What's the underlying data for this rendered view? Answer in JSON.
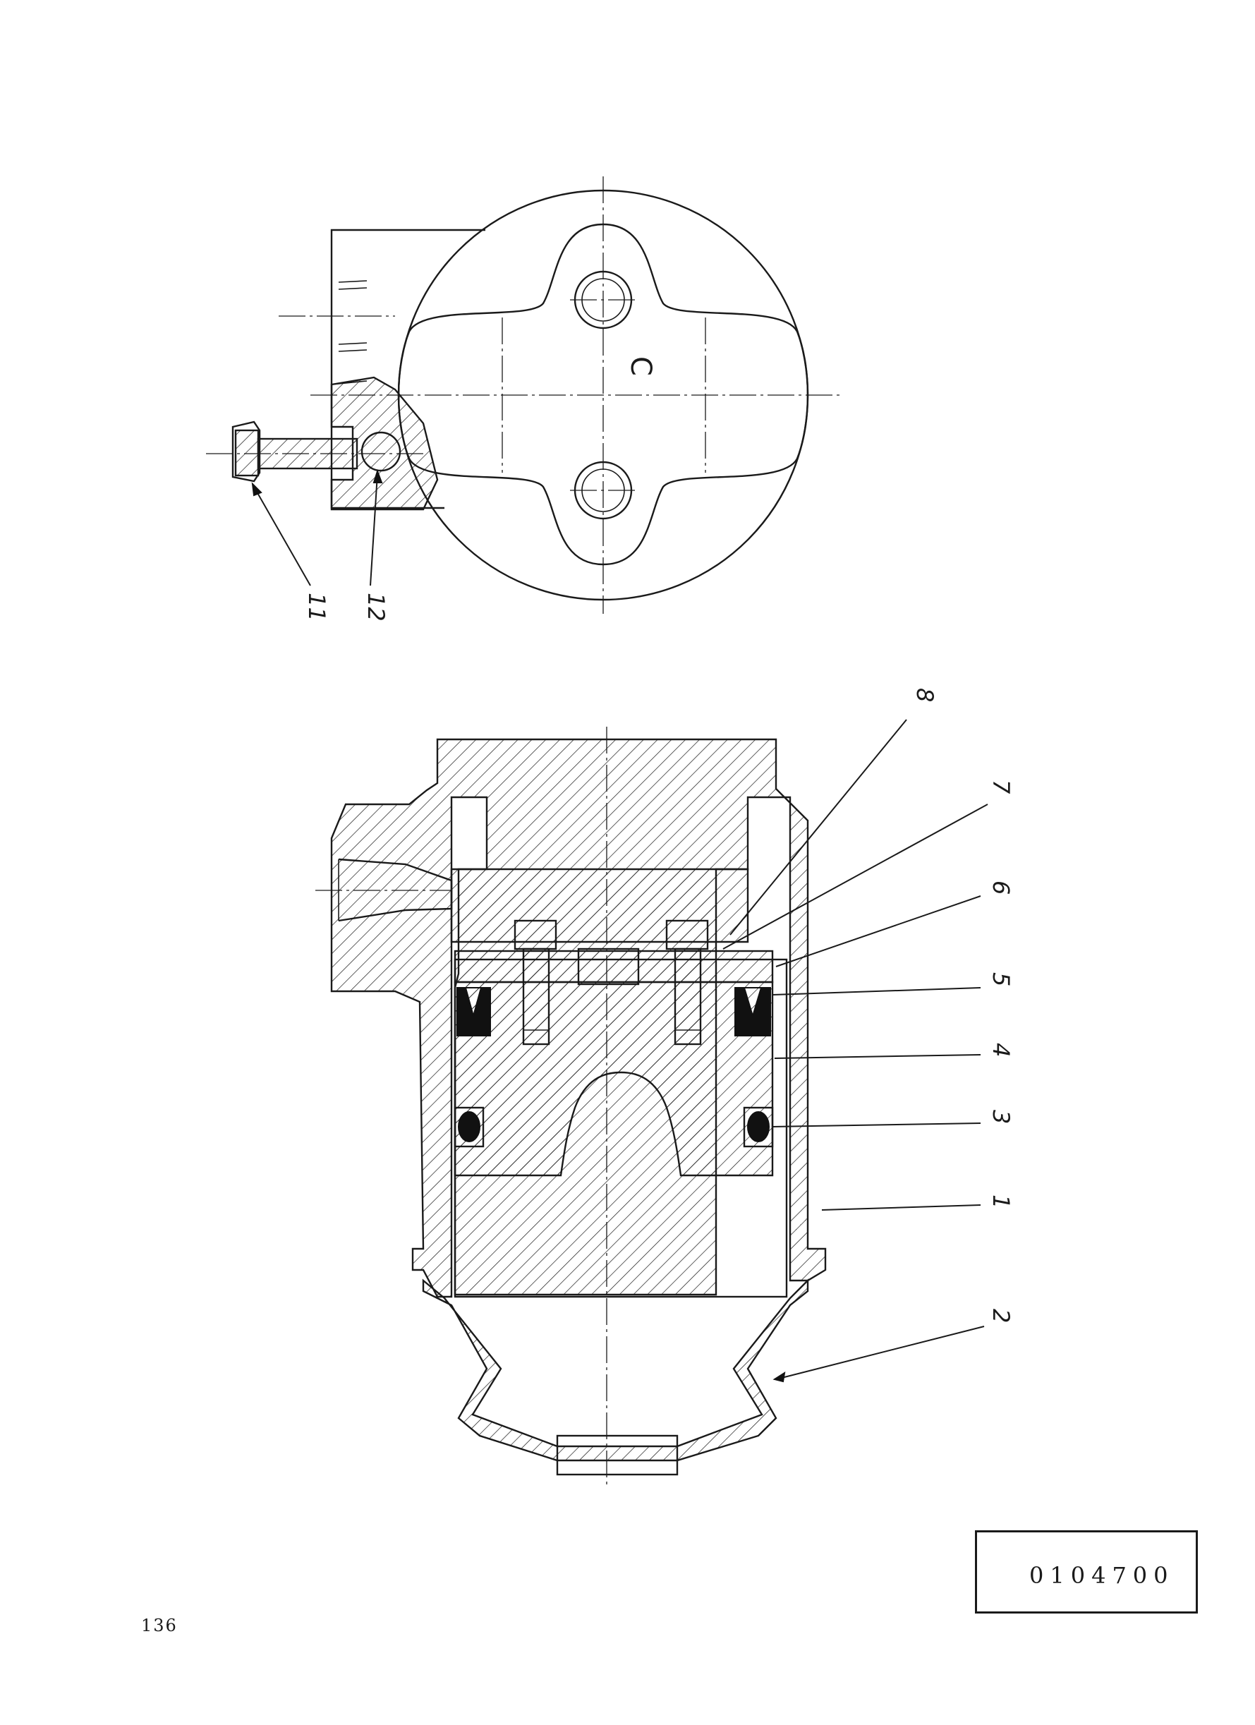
{
  "top_view": {
    "center_mark": "C",
    "callouts": [
      "11",
      "12"
    ]
  },
  "section_view": {
    "callouts": [
      "8",
      "7",
      "6",
      "5",
      "4",
      "3",
      "1",
      "2"
    ]
  },
  "footer": {
    "page_number": "136",
    "drawing_number": "0104700"
  }
}
